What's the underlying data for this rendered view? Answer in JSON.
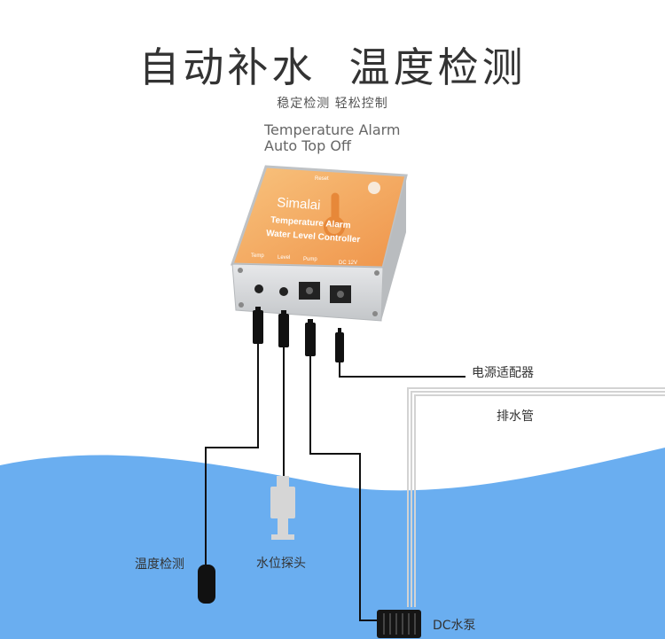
{
  "header": {
    "title": "自动补水  温度检测",
    "subtitle": "稳定检测  轻松控制",
    "english_line1": "Temperature Alarm",
    "english_line2": "Auto Top Off"
  },
  "device": {
    "brand": "Simalai",
    "line1": "Temperature Alarm",
    "line2": "Water Level Controller",
    "reset_label": "Reset",
    "ports": [
      "Temp",
      "Level",
      "Pump",
      "DC 12V"
    ]
  },
  "labels": {
    "adapter": "电源适配器",
    "drain_pipe": "排水管",
    "temp_probe": "温度检测",
    "level_probe": "水位探头",
    "pump": "DC水泵"
  },
  "colors": {
    "water": "#6aaef0",
    "device_orange": "#f3a35a",
    "aluminum": "#d5d7d9"
  }
}
